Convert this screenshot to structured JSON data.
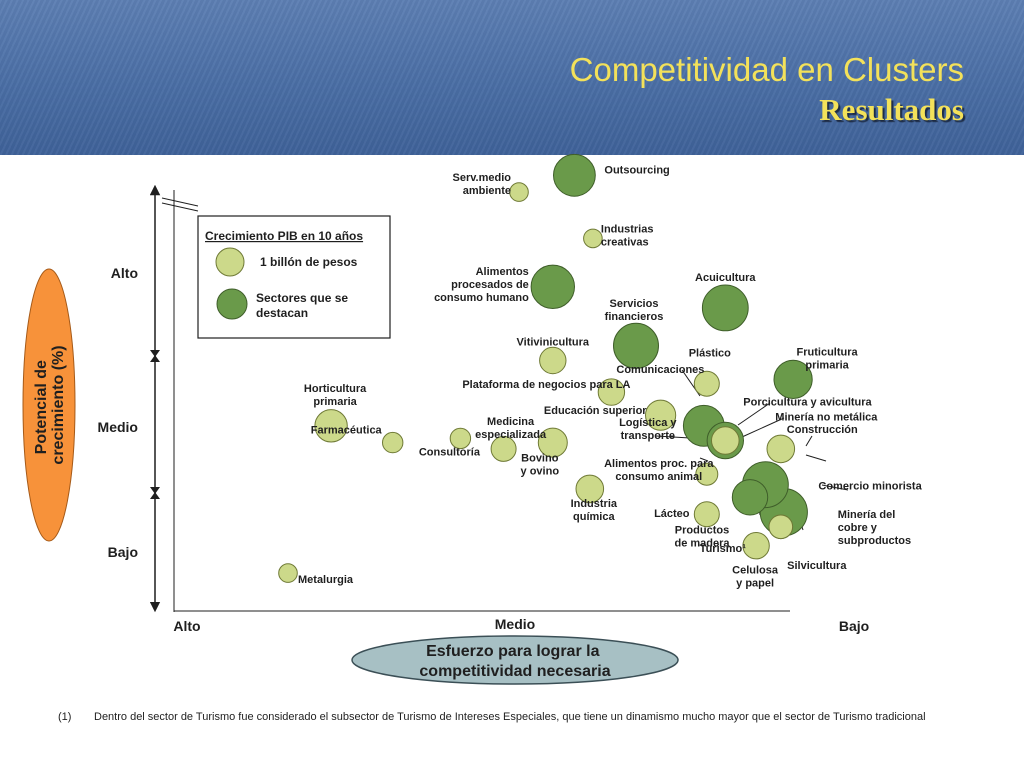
{
  "header": {
    "title": "Competitividad en Clusters",
    "subtitle": "Resultados"
  },
  "colors": {
    "highlight_fill": "#6a9a4a",
    "highlight_stroke": "#3f5e2a",
    "normal_fill": "#ccd98a",
    "normal_stroke": "#6f7a36",
    "ylabel_fill": "#f7923a",
    "xlabel_fill": "#a7c0c4"
  },
  "legend": {
    "title": "Crecimiento PIB en 10 años",
    "items": [
      {
        "label": "1 billón de pesos",
        "kind": "normal"
      },
      {
        "label": "Sectores que se destacan",
        "kind": "highlight"
      }
    ]
  },
  "footnote": {
    "number": "(1)",
    "text": "Dentro del sector de Turismo fue considerado el subsector de Turismo de Intereses Especiales, que tiene un dinamismo mucho mayor que el sector de Turismo tradicional"
  },
  "chart_data": {
    "type": "scatter",
    "xlabel": "Esfuerzo para lograr la competitividad necesaria",
    "ylabel": "Potencial de crecimiento (%)",
    "x_ticks": [
      "Alto",
      "Medio",
      "Bajo"
    ],
    "y_ticks": [
      "Alto",
      "Medio",
      "Bajo"
    ],
    "xlim": [
      0,
      100
    ],
    "ylim": [
      0,
      100
    ],
    "points": [
      {
        "label": "Outsourcing",
        "x": 65.0,
        "y": 103.5,
        "size": 2.5,
        "highlight": true,
        "lines": [
          "Outsourcing"
        ],
        "tx": 30,
        "ty": -2,
        "anchor": "start"
      },
      {
        "label": "Serv.medio ambiente",
        "x": 56.0,
        "y": 99.5,
        "size": 0.5,
        "highlight": false,
        "lines": [
          "Serv.medio",
          "ambiente"
        ],
        "tx": -8,
        "ty": -11,
        "anchor": "end"
      },
      {
        "label": "Industrias creativas",
        "x": 68.0,
        "y": 88.5,
        "size": 0.5,
        "highlight": false,
        "lines": [
          "Industrias",
          "creativas"
        ],
        "tx": 8,
        "ty": -6,
        "anchor": "start"
      },
      {
        "label": "Alimentos procesados de consumo humano",
        "x": 61.5,
        "y": 77.0,
        "size": 2.7,
        "highlight": true,
        "lines": [
          "Alimentos",
          "procesados de",
          "consumo humano"
        ],
        "tx": -24,
        "ty": -12,
        "anchor": "end"
      },
      {
        "label": "Acuicultura",
        "x": 89.5,
        "y": 72.0,
        "size": 3.0,
        "highlight": true,
        "lines": [
          "Acuicultura"
        ],
        "tx": 0,
        "ty": -27,
        "anchor": "middle"
      },
      {
        "label": "Servicios financieros",
        "x": 75.0,
        "y": 63.0,
        "size": 2.9,
        "highlight": true,
        "lines": [
          "Servicios",
          "financieros"
        ],
        "tx": -2,
        "ty": -39,
        "anchor": "middle"
      },
      {
        "label": "Vitivinicultura",
        "x": 61.5,
        "y": 59.5,
        "size": 1.0,
        "highlight": false,
        "lines": [
          "Vitivinicultura"
        ],
        "tx": 0,
        "ty": -15,
        "anchor": "middle"
      },
      {
        "label": "Plástico",
        "x": 86.5,
        "y": 54.0,
        "size": 0.9,
        "highlight": false,
        "lines": [
          "Plástico"
        ],
        "tx": 3,
        "ty": -27,
        "anchor": "middle"
      },
      {
        "label": "Comunicaciones",
        "x": 71.0,
        "y": 52.0,
        "size": 1.0,
        "highlight": false,
        "lines": [
          "Comunicaciones"
        ],
        "tx": 5,
        "ty": -19,
        "anchor": "start"
      },
      {
        "label": "Fruticultura primaria",
        "x": 100.5,
        "y": 55.0,
        "size": 2.1,
        "highlight": true,
        "lines": [
          "Fruticultura",
          "primaria"
        ],
        "tx": 34,
        "ty": -24,
        "anchor": "middle"
      },
      {
        "label": "Horticultura primaria",
        "x": 25.5,
        "y": 44.0,
        "size": 1.5,
        "highlight": false,
        "lines": [
          "Horticultura",
          "primaria"
        ],
        "tx": 4,
        "ty": -34,
        "anchor": "middle"
      },
      {
        "label": "Educación superior",
        "x": 79.0,
        "y": 46.5,
        "size": 1.3,
        "highlight": false,
        "lines": [
          "Educación superior"
        ],
        "tx": -14,
        "ty": -1,
        "anchor": "end"
      },
      {
        "label": "Logística y transporte",
        "x": 86.0,
        "y": 44.0,
        "size": 2.4,
        "highlight": true,
        "lines": [
          "Logística y",
          "transporte"
        ],
        "tx": -56,
        "ty": 0,
        "anchor": "middle"
      },
      {
        "label": "Porcicultura y avicultura",
        "x": 89.5,
        "y": 40.5,
        "size": 1.9,
        "highlight": true,
        "lines": [
          "Porcicultura y avicultura"
        ],
        "tx": 18,
        "ty": -35,
        "anchor": "start"
      },
      {
        "label": "Minería no metálica",
        "x": 89.5,
        "y": 40.5,
        "size": 1.1,
        "highlight": false,
        "lines": [
          "Minería no metálica"
        ],
        "tx": 50,
        "ty": -20,
        "anchor": "start"
      },
      {
        "label": "Construcción",
        "x": 98.5,
        "y": 38.5,
        "size": 1.1,
        "highlight": false,
        "lines": [
          "Construcción"
        ],
        "tx": 6,
        "ty": -16,
        "anchor": "start"
      },
      {
        "label": "Farmacéutica",
        "x": 35.5,
        "y": 40.0,
        "size": 0.6,
        "highlight": false,
        "lines": [
          "Farmacéutica"
        ],
        "tx": -11,
        "ty": -9,
        "anchor": "end"
      },
      {
        "label": "Consultoría",
        "x": 46.5,
        "y": 41.0,
        "size": 0.6,
        "highlight": false,
        "lines": [
          "Consultoría"
        ],
        "tx": -11,
        "ty": 17,
        "anchor": "middle"
      },
      {
        "label": "Medicina especializada",
        "x": 53.5,
        "y": 38.5,
        "size": 0.9,
        "highlight": false,
        "lines": [
          "Medicina",
          "especializada"
        ],
        "tx": 7,
        "ty": -24,
        "anchor": "middle"
      },
      {
        "label": "Bovino y ovino",
        "x": 61.5,
        "y": 40.0,
        "size": 1.2,
        "highlight": false,
        "lines": [
          "Bovino",
          "y ovino"
        ],
        "tx": -13,
        "ty": 19,
        "anchor": "middle"
      },
      {
        "label": "Alimentos proc. para consumo animal",
        "x": 86.5,
        "y": 32.5,
        "size": 0.7,
        "highlight": false,
        "lines": [
          "Alimentos proc. para",
          "consumo animal"
        ],
        "tx": -48,
        "ty": -7,
        "anchor": "middle"
      },
      {
        "label": "Comercio minorista",
        "x": 96.0,
        "y": 30.0,
        "size": 3.0,
        "highlight": true,
        "lines": [
          "Comercio minorista"
        ],
        "tx": 53,
        "ty": 5,
        "anchor": "start"
      },
      {
        "label": "Industria química",
        "x": 67.5,
        "y": 29.0,
        "size": 1.1,
        "highlight": false,
        "lines": [
          "Industria",
          "química"
        ],
        "tx": 4,
        "ty": 18,
        "anchor": "middle"
      },
      {
        "label": "Lácteo",
        "x": 86.5,
        "y": 23.0,
        "size": 0.9,
        "highlight": false,
        "lines": [
          "Lácteo"
        ],
        "tx": -35,
        "ty": 3,
        "anchor": "middle"
      },
      {
        "label": "Minería del cobre y subproductos",
        "x": 99.0,
        "y": 23.5,
        "size": 3.2,
        "highlight": true,
        "lines": [
          "Minería del",
          "cobre y",
          "subproductos"
        ],
        "tx": 54,
        "ty": 6,
        "anchor": "start"
      },
      {
        "label": "Productos de madera",
        "x": 93.5,
        "y": 27.0,
        "size": 1.8,
        "highlight": true,
        "lines": [
          "Productos",
          "de madera"
        ],
        "tx": -48,
        "ty": 36,
        "anchor": "middle"
      },
      {
        "label": "Turismo",
        "x": 98.5,
        "y": 20.0,
        "size": 0.8,
        "highlight": false,
        "lines": [
          "Turismo¹"
        ],
        "tx": -58,
        "ty": 25,
        "anchor": "middle"
      },
      {
        "label": "Celulosa y papel",
        "x": 94.5,
        "y": 15.5,
        "size": 1.0,
        "highlight": false,
        "lines": [
          "Celulosa",
          "y papel"
        ],
        "tx": -1,
        "ty": 28,
        "anchor": "middle"
      },
      {
        "label": "Silvicultura",
        "x": 98.5,
        "y": 20.0,
        "size": 0.8,
        "highlight": false,
        "lines": [
          "Silvicultura"
        ],
        "tx": 36,
        "ty": 42,
        "anchor": "middle"
      },
      {
        "label": "Plataforma de negocios para LA",
        "x": 71.0,
        "y": 52.0,
        "size": 0.0,
        "highlight": false,
        "lines": [
          "Plataforma de negocios para LA"
        ],
        "tx": -65,
        "ty": -4,
        "anchor": "middle"
      },
      {
        "label": "Metalurgia",
        "x": 18.5,
        "y": 9.0,
        "size": 0.5,
        "highlight": false,
        "lines": [
          "Metalurgia"
        ],
        "tx": 10,
        "ty": 10,
        "anchor": "start"
      }
    ]
  }
}
